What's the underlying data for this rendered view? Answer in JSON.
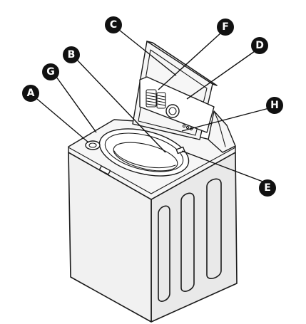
{
  "diagram": {
    "callouts": [
      {
        "id": "A",
        "label": "A"
      },
      {
        "id": "G",
        "label": "G"
      },
      {
        "id": "B",
        "label": "B"
      },
      {
        "id": "C",
        "label": "C"
      },
      {
        "id": "F",
        "label": "F"
      },
      {
        "id": "D",
        "label": "D"
      },
      {
        "id": "H",
        "label": "H"
      },
      {
        "id": "E",
        "label": "E"
      }
    ]
  }
}
